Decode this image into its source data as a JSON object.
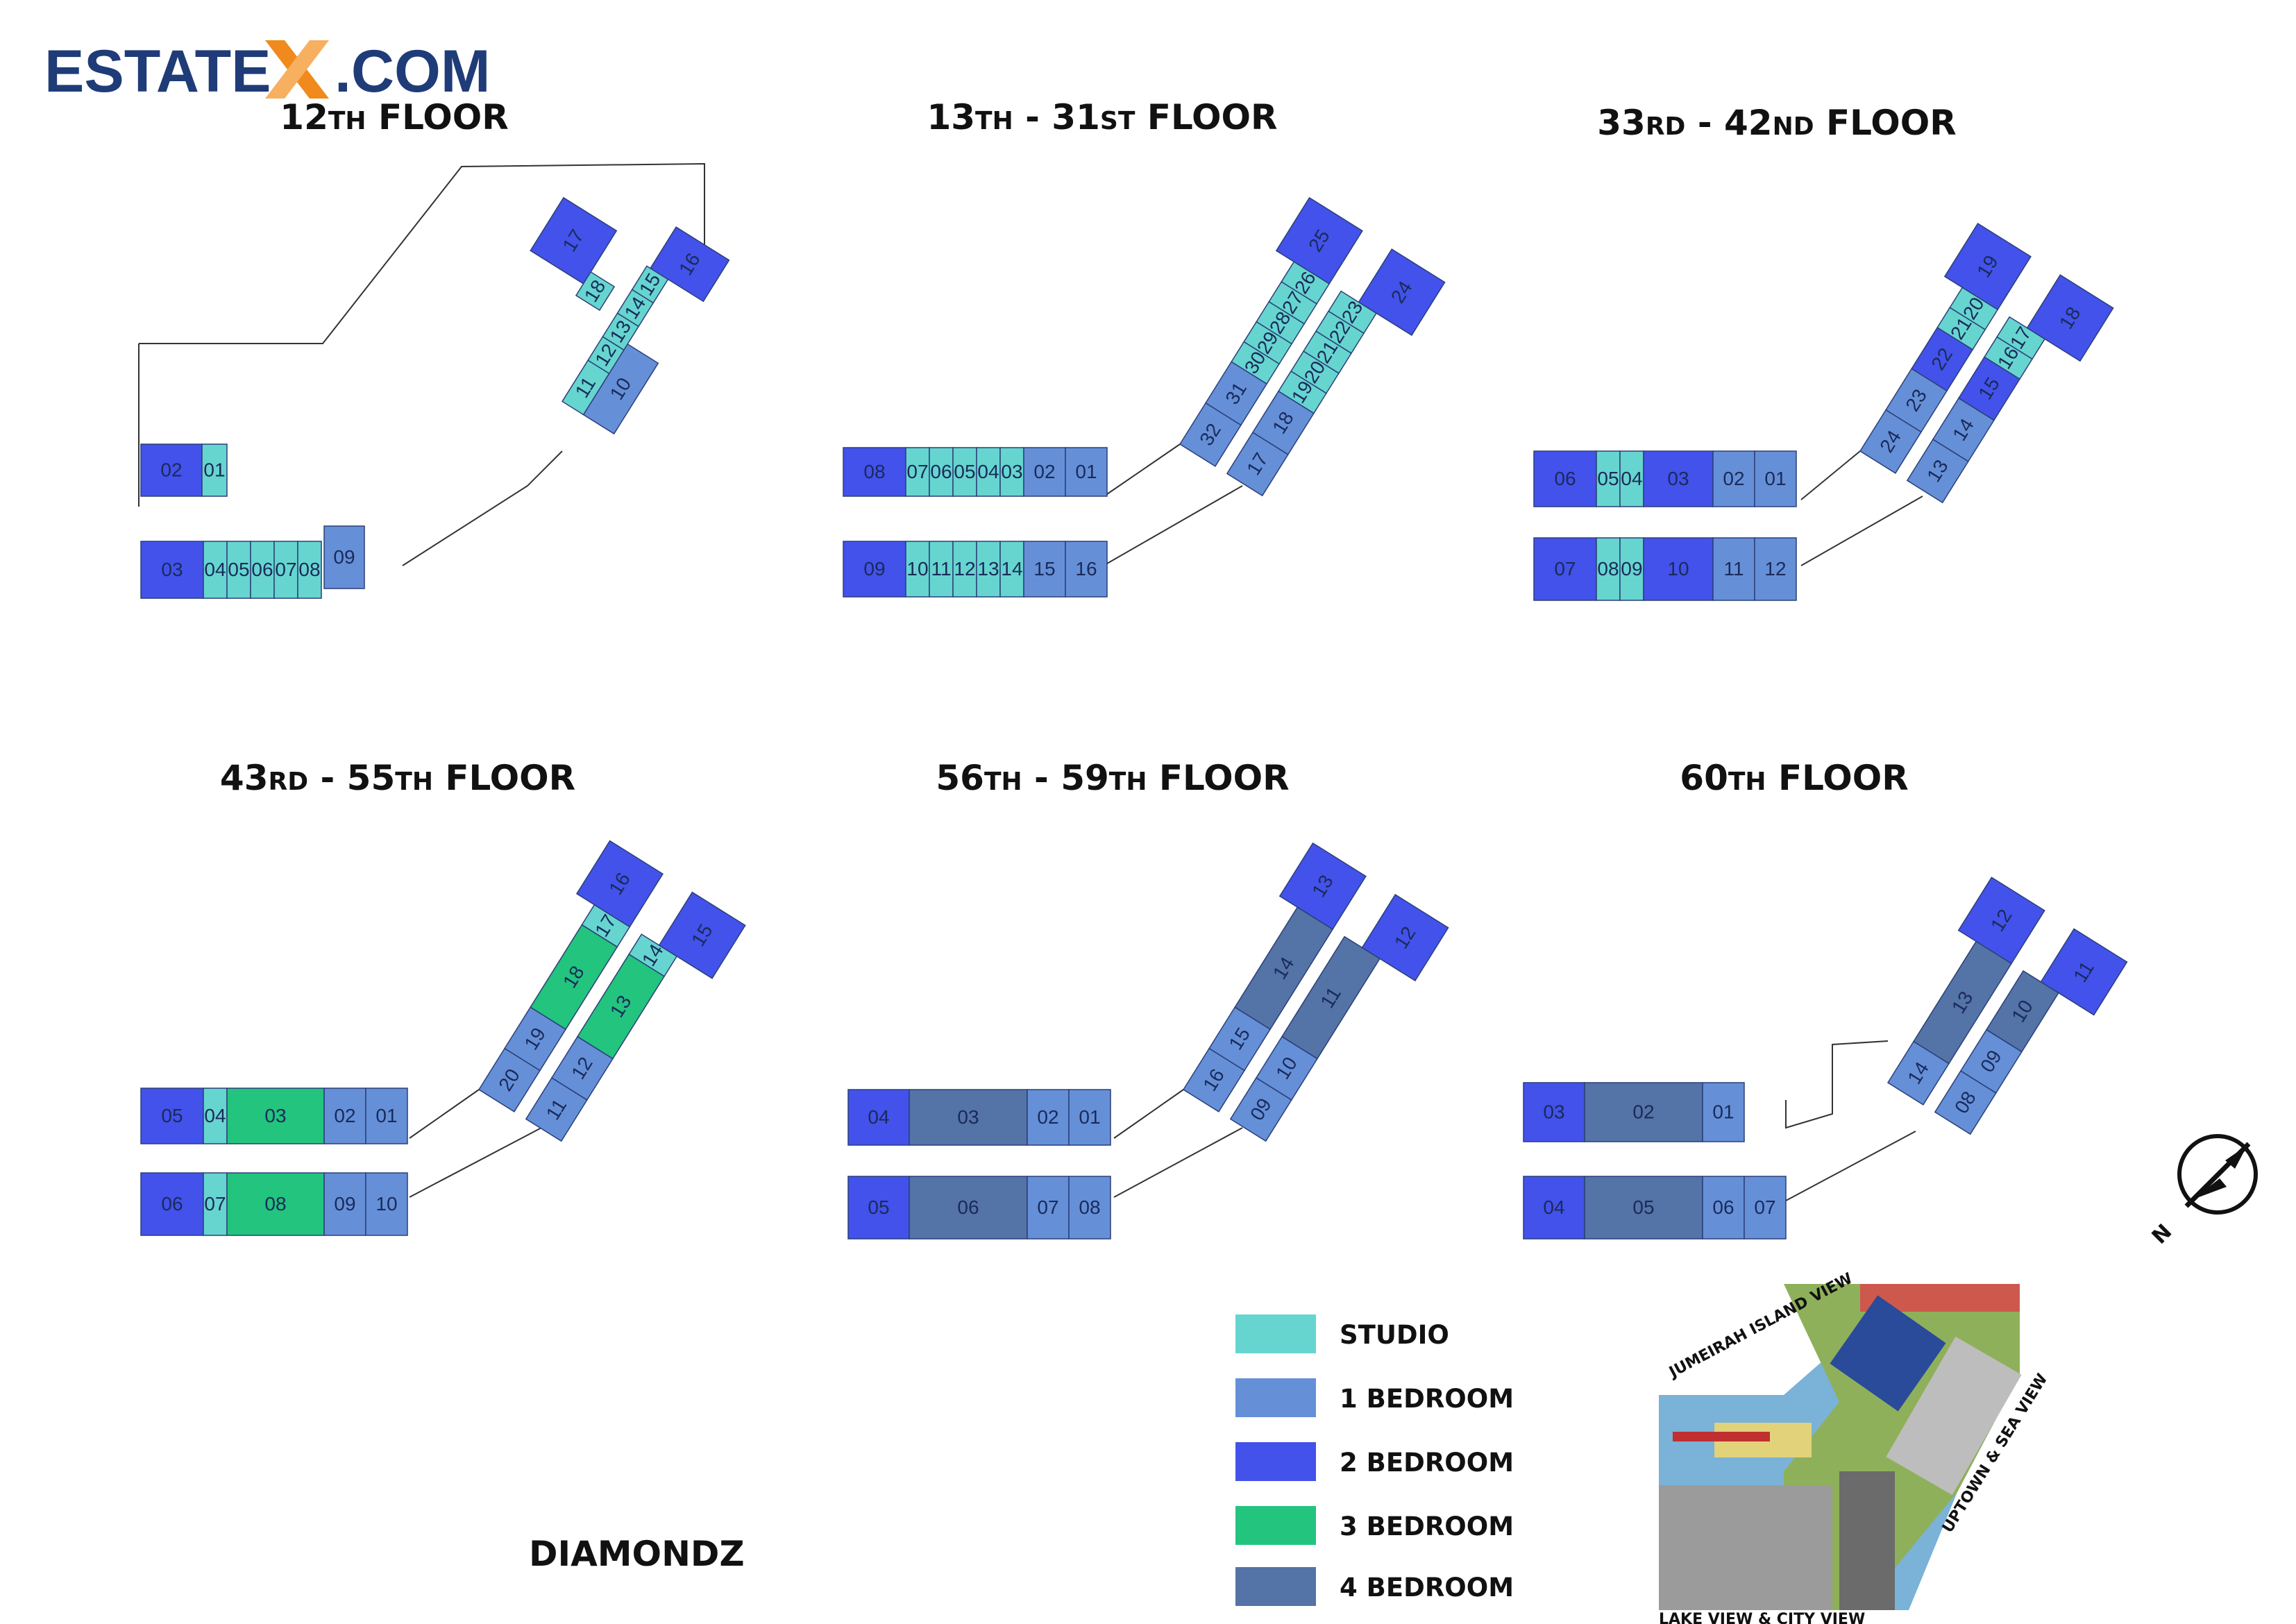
{
  "brand": {
    "logo_left": "ESTATE",
    "logo_right": ".COM",
    "logo_mark": "X"
  },
  "floors": [
    {
      "id": "f12",
      "title_parts": [
        "12",
        "TH",
        " FLOOR"
      ]
    },
    {
      "id": "f13",
      "title_parts": [
        "13",
        "TH",
        " - 31",
        "ST",
        " FLOOR"
      ]
    },
    {
      "id": "f33",
      "title_parts": [
        "33",
        "RD",
        " - 42",
        "ND",
        " FLOOR"
      ]
    },
    {
      "id": "f43",
      "title_parts": [
        "43",
        "RD",
        " - 55",
        "TH",
        " FLOOR"
      ]
    },
    {
      "id": "f56",
      "title_parts": [
        "56",
        "TH",
        " -  59",
        "TH",
        " FLOOR"
      ]
    },
    {
      "id": "f60",
      "title_parts": [
        "60",
        "TH",
        " FLOOR"
      ]
    }
  ],
  "legend": [
    {
      "label": "STUDIO",
      "color": "#66d5cf"
    },
    {
      "label": "1 BEDROOM",
      "color": "#6590d8"
    },
    {
      "label": "2 BEDROOM",
      "color": "#4352ea"
    },
    {
      "label": "3 BEDROOM",
      "color": "#22c47e"
    },
    {
      "label": "4 BEDROOM",
      "color": "#5473a6"
    }
  ],
  "project_name": "DIAMONDZ",
  "siteplan": {
    "view_top": "JUMEIRAH ISLAND VIEW",
    "view_right": "UPTOWN & SEA VIEW",
    "view_bottom": "LAKE VIEW & CITY VIEW"
  },
  "compass": {
    "label": "N"
  },
  "units": {
    "f12": [
      "01",
      "02",
      "03",
      "04",
      "05",
      "06",
      "07",
      "08",
      "09",
      "10",
      "11",
      "12",
      "13",
      "14",
      "15",
      "16",
      "17",
      "18"
    ],
    "f13": [
      "01",
      "02",
      "03",
      "04",
      "05",
      "06",
      "07",
      "08",
      "09",
      "10",
      "11",
      "12",
      "13",
      "14",
      "15",
      "16",
      "17",
      "18",
      "19",
      "20",
      "21",
      "22",
      "23",
      "24",
      "25",
      "26",
      "27",
      "28",
      "29",
      "30",
      "31",
      "32"
    ],
    "f33": [
      "01",
      "02",
      "03",
      "04",
      "05",
      "06",
      "07",
      "08",
      "09",
      "10",
      "11",
      "12",
      "13",
      "14",
      "15",
      "16",
      "17",
      "18",
      "19",
      "20",
      "21",
      "22",
      "23",
      "24"
    ],
    "f43": [
      "01",
      "02",
      "03",
      "04",
      "05",
      "06",
      "07",
      "08",
      "09",
      "10",
      "11",
      "12",
      "13",
      "14",
      "15",
      "16",
      "17",
      "18",
      "19",
      "20"
    ],
    "f56": [
      "01",
      "02",
      "03",
      "04",
      "05",
      "06",
      "07",
      "08",
      "09",
      "10",
      "11",
      "12",
      "13",
      "14",
      "15",
      "16"
    ],
    "f60": [
      "01",
      "02",
      "03",
      "04",
      "05",
      "06",
      "07",
      "08",
      "09",
      "10",
      "11",
      "12",
      "13",
      "14"
    ]
  }
}
